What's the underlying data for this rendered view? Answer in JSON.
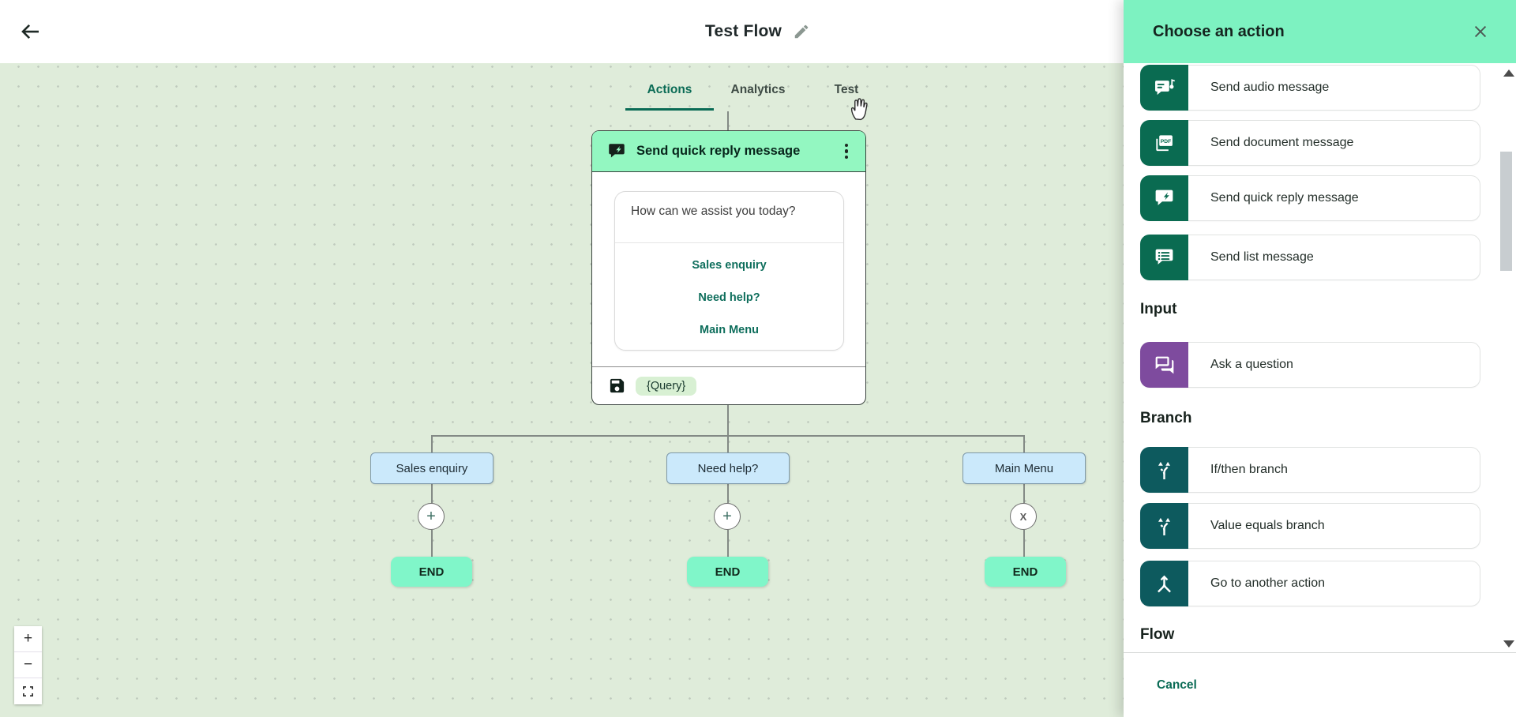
{
  "header": {
    "title": "Test Flow"
  },
  "tabs": {
    "items": [
      {
        "label": "Actions",
        "active": true
      },
      {
        "label": "Analytics",
        "active": false
      },
      {
        "label": "Test",
        "active": false
      }
    ]
  },
  "flow": {
    "node": {
      "type_label": "Send quick reply message",
      "message": "How can we assist you today?",
      "options": [
        "Sales enquiry",
        "Need help?",
        "Main Menu"
      ],
      "saved_variable": "{Query}",
      "icon": "quick-reply-message-icon",
      "footer_icon": "save-icon"
    },
    "branches": [
      {
        "label": "Sales enquiry",
        "connector": "+",
        "end": "END"
      },
      {
        "label": "Need help?",
        "connector": "+",
        "end": "END"
      },
      {
        "label": "Main Menu",
        "connector": "X",
        "end": "END"
      }
    ]
  },
  "zoom_controls": {
    "zoom_in": "+",
    "zoom_out": "−"
  },
  "panel": {
    "title": "Choose an action",
    "message_items": [
      {
        "label": "Send audio message",
        "icon": "audio-message-icon",
        "color": "#0a6b51"
      },
      {
        "label": "Send document message",
        "icon": "document-message-icon",
        "color": "#0a6b51"
      },
      {
        "label": "Send quick reply message",
        "icon": "quick-reply-message-icon",
        "color": "#0a6b51"
      },
      {
        "label": "Send list message",
        "icon": "list-message-icon",
        "color": "#0a6b51"
      }
    ],
    "sections": [
      {
        "heading": "Input"
      },
      {
        "heading": "Branch"
      },
      {
        "heading": "Flow"
      }
    ],
    "input_items": [
      {
        "label": "Ask a question",
        "icon": "ask-question-icon",
        "color": "#7e4b9e"
      }
    ],
    "branch_items": [
      {
        "label": "If/then branch",
        "icon": "branch-split-icon",
        "color": "#0d5a5e"
      },
      {
        "label": "Value equals branch",
        "icon": "branch-split-icon",
        "color": "#0d5a5e"
      },
      {
        "label": "Go to another action",
        "icon": "merge-icon",
        "color": "#0d5a5e"
      }
    ],
    "cancel": "Cancel"
  },
  "colors": {
    "panel_header": "#7df2c1",
    "node_header": "#93f7c1",
    "end_node": "#80f6c9",
    "branch_box": "#cbe9fb",
    "action_green": "#0a6b51",
    "action_teal": "#0d5a5e",
    "action_purple": "#7e4b9e",
    "canvas_bg": "#dfecda",
    "accent_text": "#0a6b55",
    "query_chip_bg": "#d8f0d3"
  }
}
